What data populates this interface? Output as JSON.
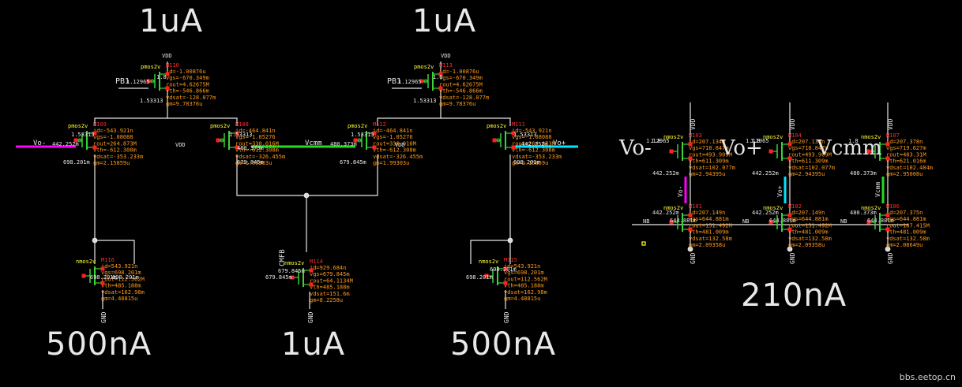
{
  "labels": {
    "top_left_current": "1uA",
    "top_right_current": "1uA",
    "bottom_left_current": "500nA",
    "bottom_mid_current": "1uA",
    "bottom_right_current": "500nA",
    "right_block_current": "210nA",
    "watermark": "bbs.eetop.cn"
  },
  "nets": {
    "vdd": "VDD",
    "gnd": "GND",
    "pb1": "PB1",
    "cmfb": "CMFB",
    "nb": "NB",
    "vo_minus": "Vo-",
    "vo_plus": "Vo+",
    "vcmm": "Vcmm",
    "vo_minus_val": "442.252m",
    "vo_plus_val": "442.252m",
    "vcmm_val": "480.373m",
    "pb1_val": "1.12965",
    "pbias_node": "1.53313",
    "nmirror_node": "698.201m",
    "mfb_node": "679.845m",
    "right_nb_val": "644.881m",
    "supply": "1.8"
  },
  "colors": {
    "wire": "#e6e6e6",
    "vo_minus": "#ff00ff",
    "vo_plus": "#00e5ff",
    "vcmm": "#22dd22",
    "param": "#ff9a1a",
    "inst": "#ff2a2a",
    "model": "#ffff33",
    "pin": "#ff2020"
  },
  "devices": [
    {
      "inst": "M110",
      "model": "pmos2v",
      "params": [
        "id=-1.00876u",
        "vgs=-670.349m",
        "rout=4.62675M",
        "vth=-546.866m",
        "vdsat=-128.077m",
        "gm=9.78376u"
      ]
    },
    {
      "inst": "M113",
      "model": "pmos2v",
      "params": [
        "id=-1.00876u",
        "vgs=-670.349m",
        "rout=4.62675M",
        "vth=-546.866m",
        "vdsat=-128.077m",
        "gm=9.78376u"
      ]
    },
    {
      "inst": "M109",
      "model": "pmos2v",
      "params": [
        "id=-543.921n",
        "vgs=-1.08088",
        "rout=264.873M",
        "vth=-612.308m",
        "vdsat=-353.233m",
        "gm=2.15859u"
      ]
    },
    {
      "inst": "M108",
      "model": "pmos2v",
      "params": [
        "id=-464.841n",
        "vgs=-1.05276",
        "rout=330.016M",
        "vth=-612.308m",
        "vdsat=-326.455m",
        "gm=1.99303u"
      ]
    },
    {
      "inst": "M112",
      "model": "pmos2v",
      "params": [
        "id=-464.841n",
        "vgs=-1.05276",
        "rout=330.016M",
        "vth=-612.308m",
        "vdsat=-326.455m",
        "gm=1.99303u"
      ]
    },
    {
      "inst": "M111",
      "model": "pmos2v",
      "params": [
        "id=-543.921n",
        "vgs=-1.08088",
        "rout=264.873M",
        "vth=-612.308m",
        "vdsat=-353.233m",
        "gm=2.15859u"
      ]
    },
    {
      "inst": "M116",
      "model": "nmos2v",
      "params": [
        "id=543.921n",
        "vgs=698.201m",
        "rout=112.562M",
        "vth=485.188m",
        "vdsat=162.98m",
        "gm=4.48815u"
      ]
    },
    {
      "inst": "M114",
      "model": "nmos2v",
      "params": [
        "id=929.684n",
        "vgs=679.845m",
        "rout=64.1134M",
        "vth=485.188m",
        "vdsat=151.6m",
        "gm=8.2258u"
      ]
    },
    {
      "inst": "M115",
      "model": "nmos2v",
      "params": [
        "id=543.921n",
        "vgs=698.201m",
        "rout=112.562M",
        "vth=485.188m",
        "vdsat=162.98m",
        "gm=4.48815u"
      ]
    },
    {
      "inst": "M103",
      "model": "nmos2v",
      "params": [
        "id=207.134n",
        "vgs=718.847m",
        "rout=493.909M",
        "vth=611.309m",
        "vdsat=102.077m",
        "gm=2.94395u"
      ]
    },
    {
      "inst": "M104",
      "model": "nmos2v",
      "params": [
        "id=207.134n",
        "vgs=718.847m",
        "rout=493.909M",
        "vth=611.309m",
        "vdsat=102.077m",
        "gm=2.94395u"
      ]
    },
    {
      "inst": "M107",
      "model": "nmos2v",
      "params": [
        "id=207.378n",
        "vgs=719.627m",
        "rout=483.31M",
        "vth=621.016m",
        "vdsat=102.484m",
        "gm=2.95008u"
      ]
    },
    {
      "inst": "M101",
      "model": "nmos2v",
      "params": [
        "id=207.149n",
        "vgs=644.881m",
        "rout=151.492M",
        "vth=481.009m",
        "vdsat=132.58m",
        "gm=2.09358u"
      ]
    },
    {
      "inst": "M102",
      "model": "nmos2v",
      "params": [
        "id=207.149n",
        "vgs=644.881m",
        "rout=151.492M",
        "vth=481.009m",
        "vdsat=132.58m",
        "gm=2.09358u"
      ]
    },
    {
      "inst": "M106",
      "model": "nmos2v",
      "params": [
        "id=207.375n",
        "vgs=644.881m",
        "rout=187.415M",
        "vth=481.009m",
        "vdsat=132.58m",
        "gm=2.08649u"
      ]
    }
  ]
}
